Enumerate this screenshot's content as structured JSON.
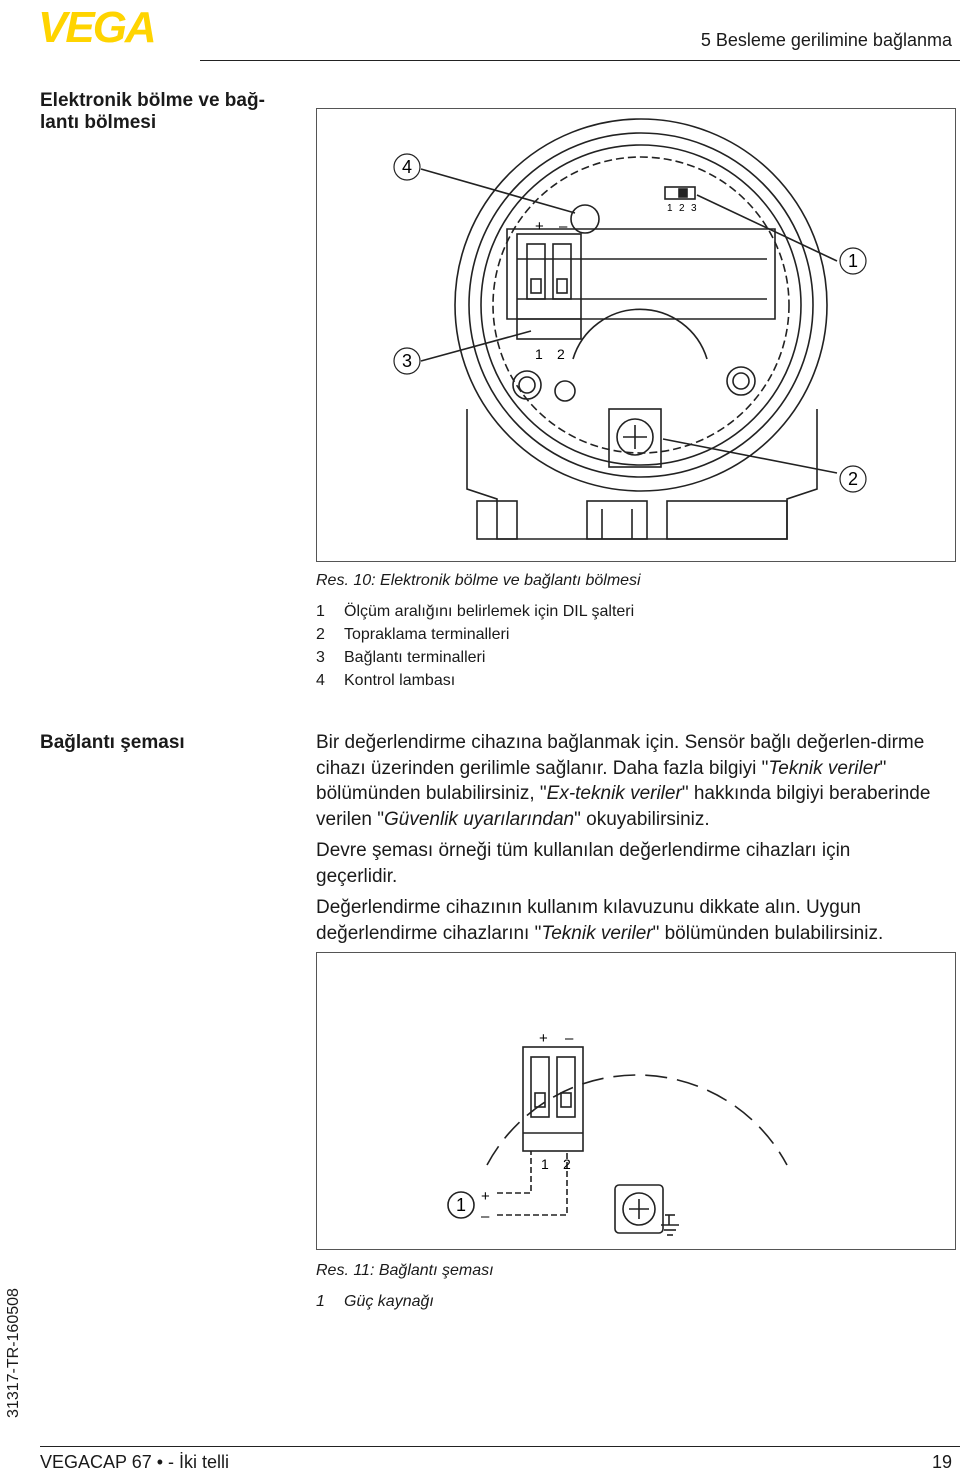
{
  "header": {
    "brand": "VEGA",
    "section_title": "5 Besleme gerilimine bağlanma"
  },
  "section1": {
    "side_heading_line1": "Elektronik bölme ve bağ-",
    "side_heading_line2": "lantı bölmesi",
    "figure": {
      "callouts": [
        "1",
        "2",
        "3",
        "4"
      ],
      "terminal_polarity": [
        "+",
        "–"
      ],
      "terminal_numbers": [
        "1",
        "2"
      ],
      "dil_numbers": [
        "1",
        "2",
        "3"
      ]
    },
    "caption": "Res. 10: Elektronik bölme ve bağlantı bölmesi",
    "legend": [
      {
        "num": "1",
        "text": "Ölçüm aralığını belirlemek için DIL şalteri"
      },
      {
        "num": "2",
        "text": "Topraklama terminalleri"
      },
      {
        "num": "3",
        "text": "Bağlantı terminalleri"
      },
      {
        "num": "4",
        "text": "Kontrol lambası"
      }
    ]
  },
  "section2": {
    "side_heading": "Bağlantı şeması",
    "p1_a": "Bir değerlendirme cihazına bağlanmak için. Sensör bağlı değerlen-dirme cihazı üzerinden gerilimle sağlanır. Daha fazla bilgiyi \"",
    "p1_em1": "Teknik veriler",
    "p1_b": "\" bölümünden bulabilirsiniz, \"",
    "p1_em2": "Ex-teknik veriler",
    "p1_c": "\" hakkında bilgiyi beraberinde verilen \"",
    "p1_em3": "Güvenlik uyarılarından",
    "p1_d": "\" okuyabilirsiniz.",
    "p2": "Devre şeması örneği tüm kullanılan değerlendirme cihazları için geçerlidir.",
    "p3_a": "Değerlendirme cihazının kullanım kılavuzunu dikkate alın. Uygun değerlendirme cihazlarını \"",
    "p3_em": "Teknik veriler",
    "p3_b": "\" bölümünden bulabilirsiniz.",
    "figure": {
      "callout": "1",
      "terminal_polarity": [
        "+",
        "–"
      ],
      "terminal_numbers": [
        "1",
        "2"
      ],
      "supply_polarity": [
        "+",
        "–"
      ]
    },
    "caption": "Res. 11: Bağlantı şeması",
    "legend": [
      {
        "num": "1",
        "text": "Güç kaynağı"
      }
    ]
  },
  "footer": {
    "doc_code": "31317-TR-160508",
    "product": "VEGACAP 67 • - İki telli",
    "page": "19"
  },
  "colors": {
    "logo": "#ffd400",
    "text": "#1a1a1a",
    "line": "#222222"
  }
}
